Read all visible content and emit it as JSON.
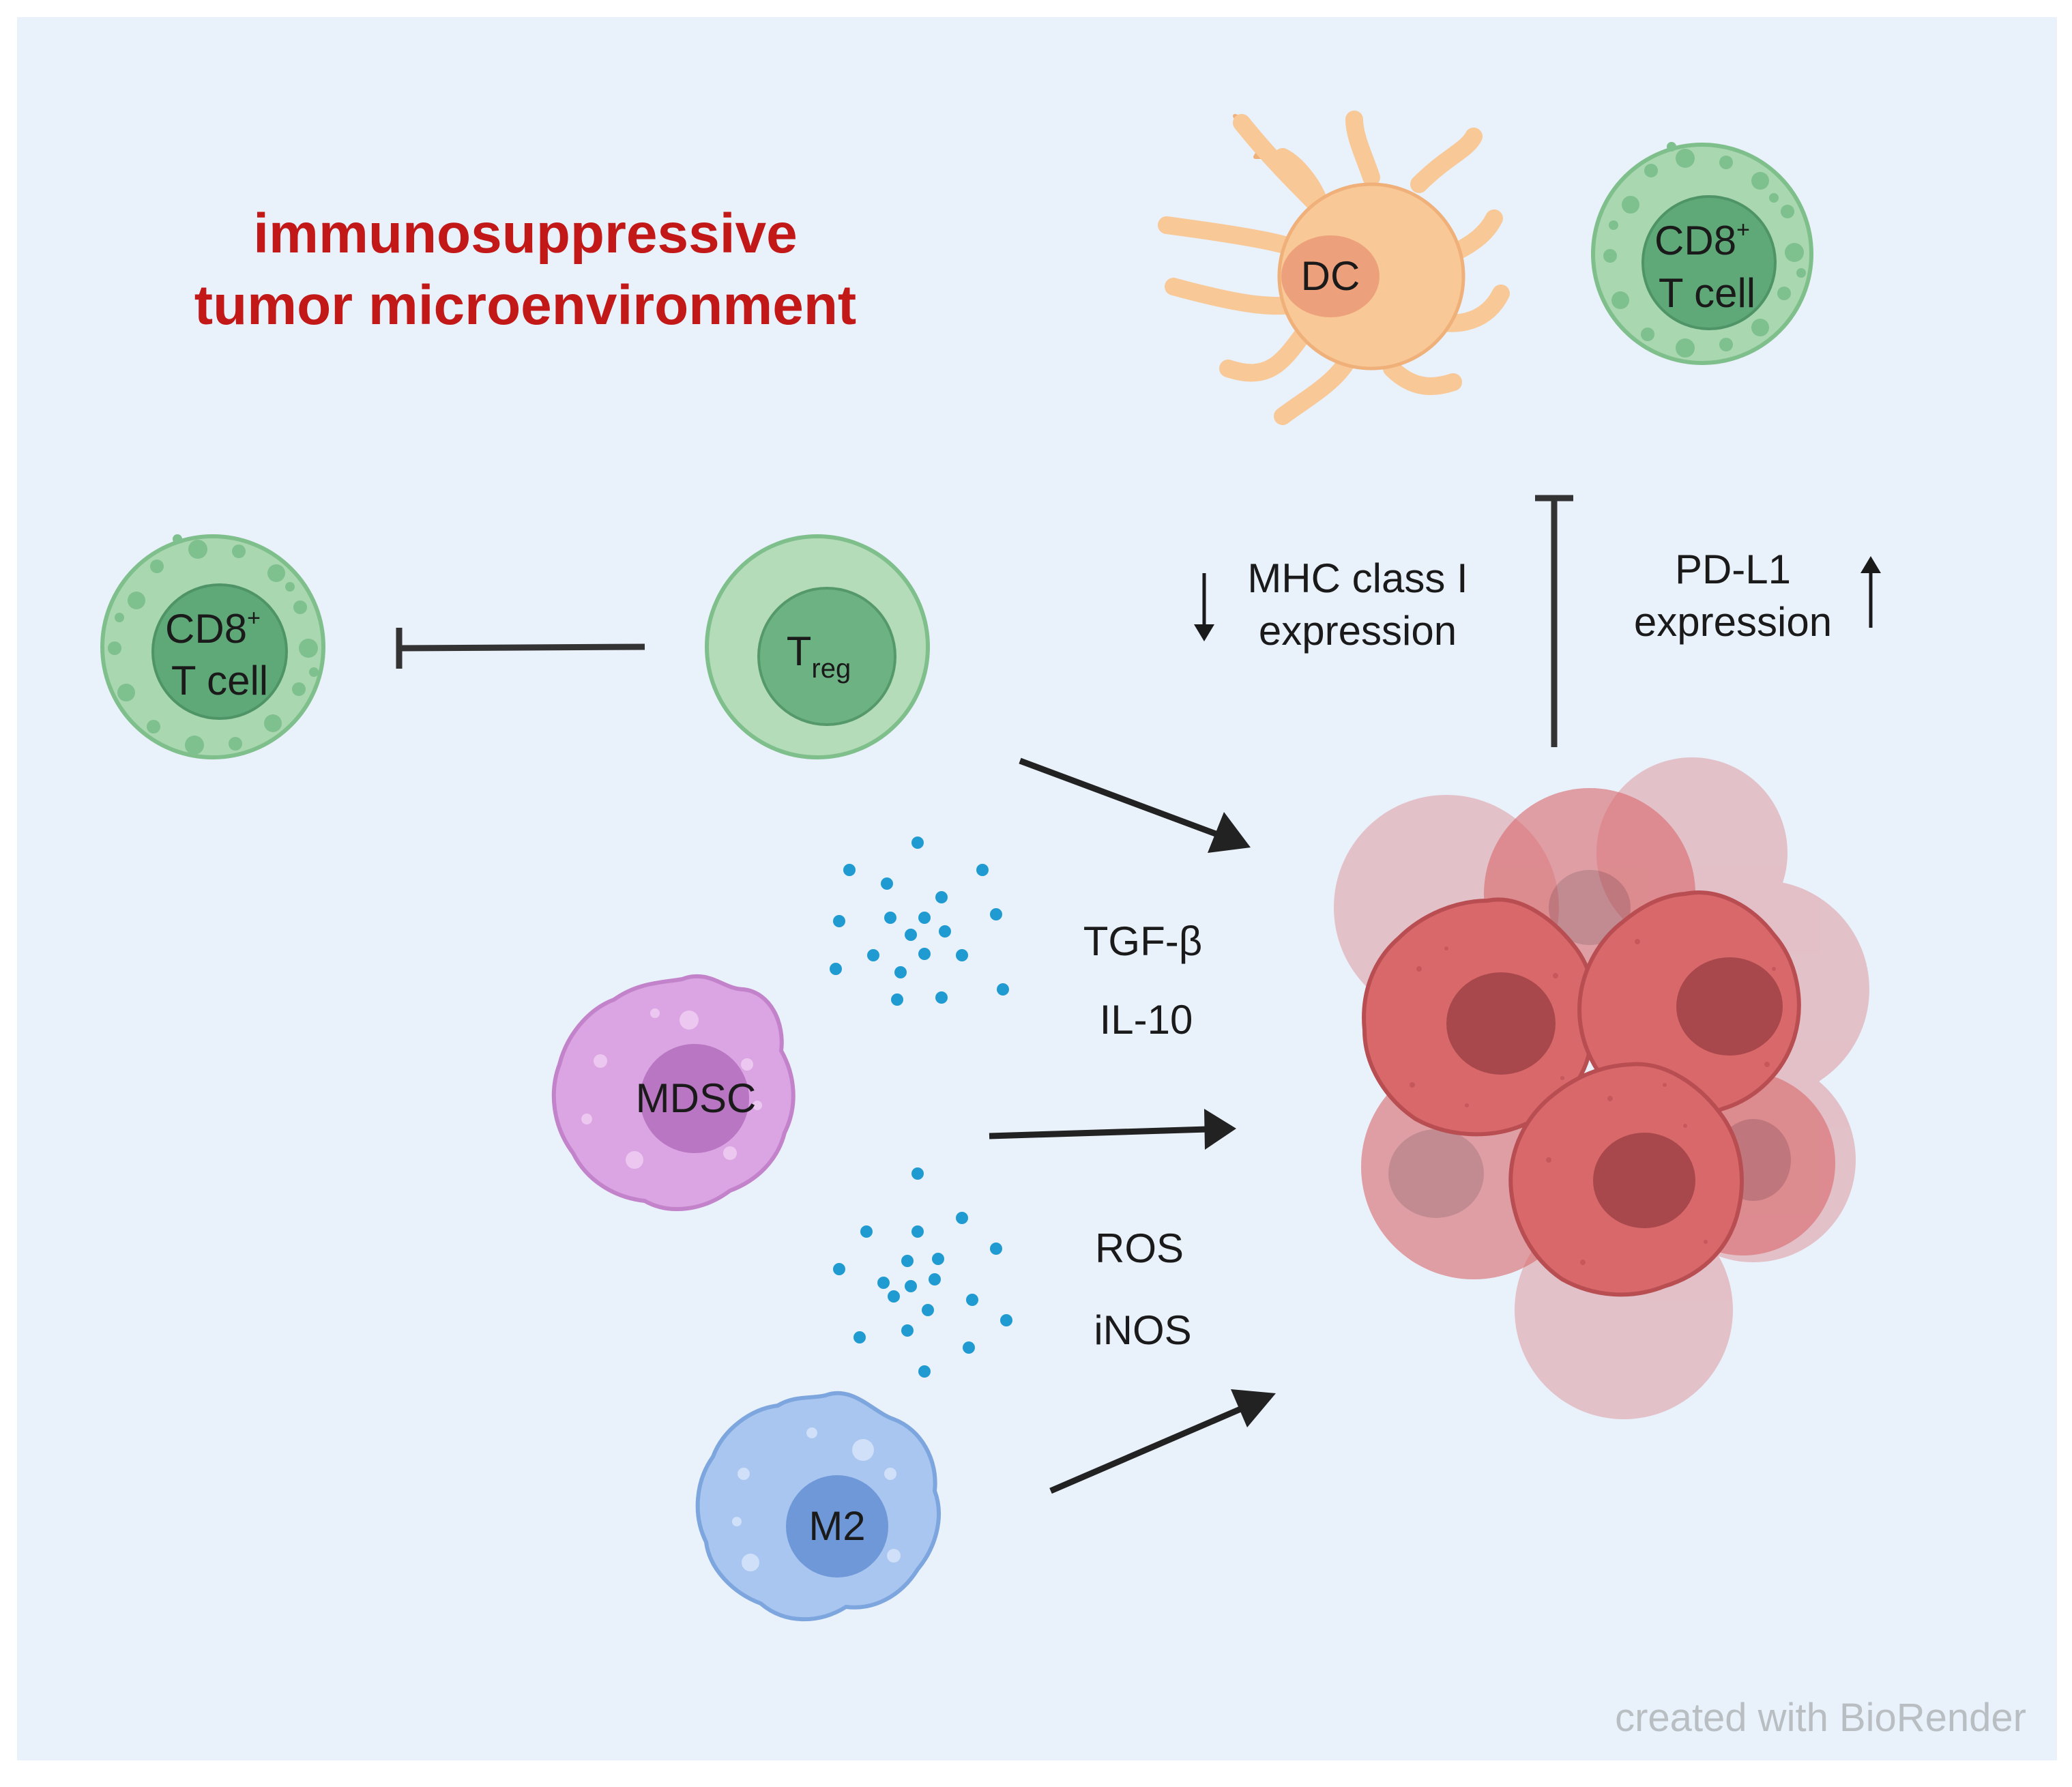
{
  "title": {
    "line1": "immunosuppressive",
    "line2": "tumor microenvironment"
  },
  "cells": {
    "dc": {
      "label": "DC"
    },
    "cd8_top": {
      "label_line1": "CD8",
      "label_sup": "+",
      "label_line2": "T cell"
    },
    "cd8_left": {
      "label_line1": "CD8",
      "label_sup": "+",
      "label_line2": "T cell"
    },
    "treg": {
      "label_main": "T",
      "label_sub": "reg"
    },
    "mdsc": {
      "label": "MDSC"
    },
    "m2": {
      "label": "M2"
    }
  },
  "annotations": {
    "mhc_line1": "MHC class I",
    "mhc_line2": "expression",
    "mhc_arrow": "↓",
    "pdl1_line1": "PD-L1",
    "pdl1_line2": "expression",
    "pdl1_arrow": "↑",
    "cytokine_1": "TGF-β",
    "cytokine_2": "IL-10",
    "mediator_1": "ROS",
    "mediator_2": "iNOS"
  },
  "watermark": "created with BioRender",
  "colors": {
    "background": "#e9f1fb",
    "title": "#c21818",
    "cd8_outer": "#a9d7b0",
    "cd8_inner": "#5fa877",
    "treg_outer": "#b4dcb8",
    "treg_inner": "#6db283",
    "dc_body": "#f8c897",
    "dc_nucleus": "#eda07c",
    "mdsc_body": "#dba4e2",
    "mdsc_nucleus": "#b976c2",
    "m2_body": "#a9c6f0",
    "m2_nucleus": "#6f98d8",
    "tumor": "#d9686a",
    "tumor_nucleus": "#a8484c",
    "cytokine_dots": "#1f9bd1"
  }
}
